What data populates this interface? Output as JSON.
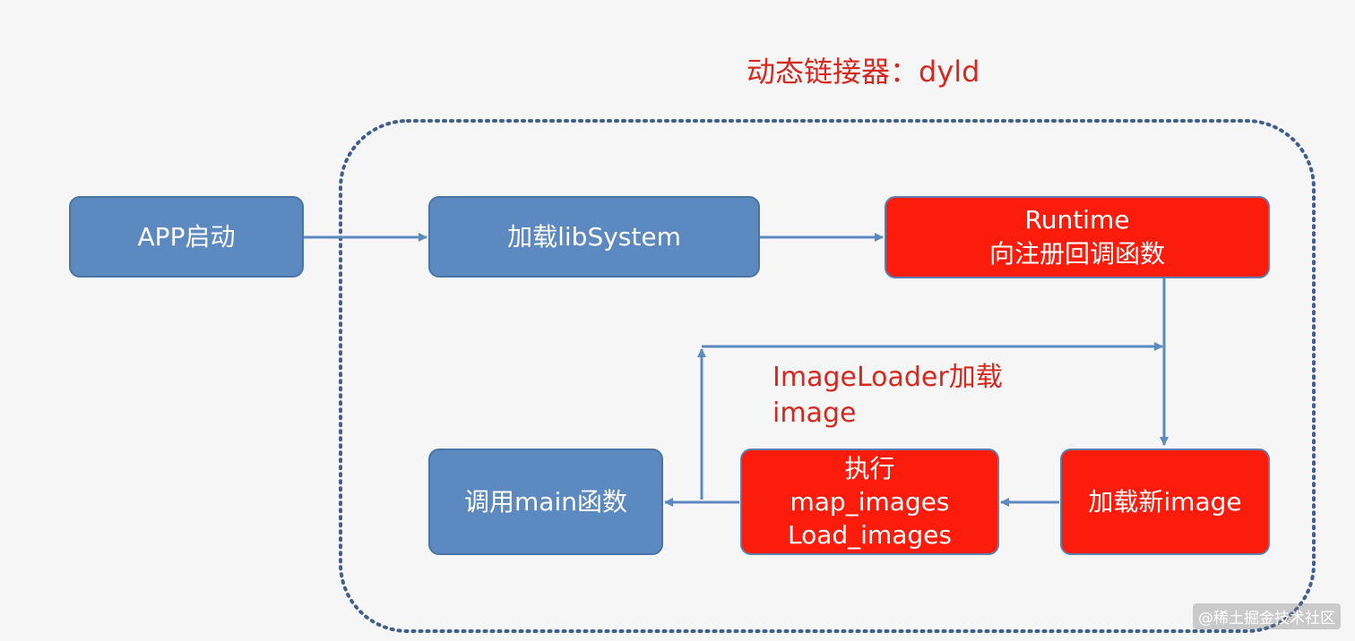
{
  "title": "动态链接器：dyld",
  "nodes": {
    "app_start": {
      "label": "APP启动"
    },
    "load_libsystem": {
      "label": "加载libSystem"
    },
    "runtime": {
      "line1": "Runtime",
      "line2": "向注册回调函数"
    },
    "load_new_image": {
      "label": "加载新image"
    },
    "exec_images": {
      "line1": "执行",
      "line2": "map_images",
      "line3": "Load_images"
    },
    "call_main": {
      "label": "调用main函数"
    }
  },
  "loader_label": {
    "line1": "ImageLoader加载",
    "line2": "image"
  },
  "watermark": "@稀土掘金技术社区",
  "colors": {
    "blue_box": "#5b89c0",
    "red_box": "#fb1c0c",
    "arrow": "#5b89c0",
    "dotted_border": "#3f5f8f",
    "title_red": "#d6281f"
  }
}
